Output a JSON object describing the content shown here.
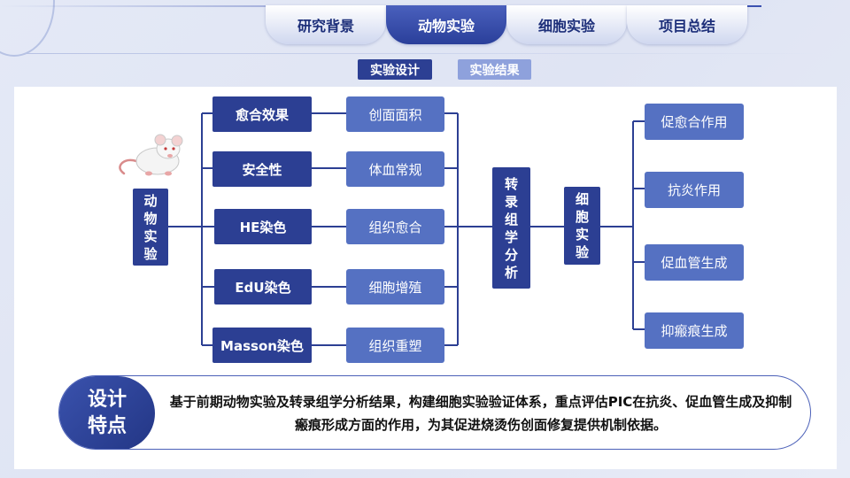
{
  "nav": {
    "tabs": [
      {
        "label": "研究背景",
        "active": false
      },
      {
        "label": "动物实验",
        "active": true
      },
      {
        "label": "细胞实验",
        "active": false
      },
      {
        "label": "项目总结",
        "active": false
      }
    ]
  },
  "subtabs": {
    "design": "实验设计",
    "result": "实验结果"
  },
  "diagram": {
    "root": "动物实验",
    "indicators": [
      "愈合效果",
      "安全性",
      "HE染色",
      "EdU染色",
      "Masson染色"
    ],
    "measures": [
      "创面面积",
      "体血常规",
      "组织愈合",
      "细胞增殖",
      "组织重塑"
    ],
    "analysis": "转录组学分析",
    "cell": "细胞实验",
    "outcomes": [
      "促愈合作用",
      "抗炎作用",
      "促血管生成",
      "抑瘢痕生成"
    ]
  },
  "feature": {
    "title_line1": "设计",
    "title_line2": "特点",
    "text": "基于前期动物实验及转录组学分析结果，构建细胞实验验证体系，重点评估PIC在抗炎、促血管生成及抑制瘢痕形成方面的作用，为其促进烧烫伤创面修复提供机制依据。"
  },
  "colors": {
    "dark_box": "#2c3f93",
    "mid_box": "#5571c2",
    "connector": "#2c3f93"
  },
  "icons": [
    "rat-icon"
  ]
}
